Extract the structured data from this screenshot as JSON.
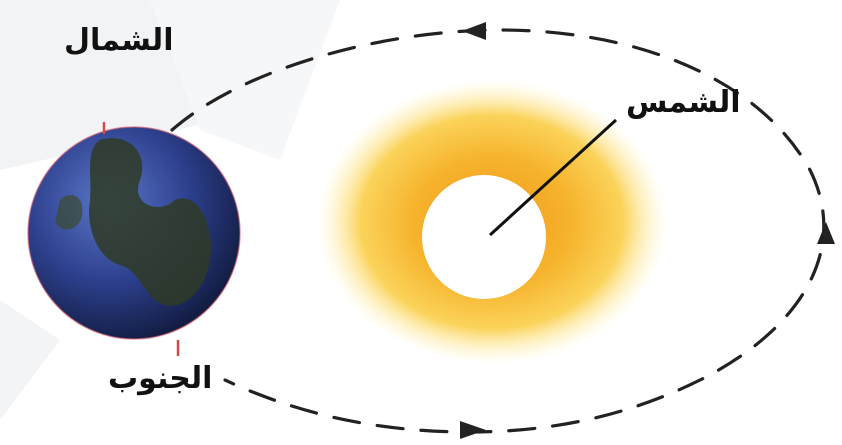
{
  "labels": {
    "north": "الشمال",
    "sun": "الشمس",
    "south": "الجنوب"
  },
  "colors": {
    "sun_glow_inner": "#f6a623",
    "sun_glow_outer": "#fde27a",
    "sun_core": "#ffffff",
    "earth_ocean": "#2b3f8f",
    "earth_land": "#3a4a2a",
    "orbit": "#222222",
    "axis_mark": "#d64a4a"
  }
}
